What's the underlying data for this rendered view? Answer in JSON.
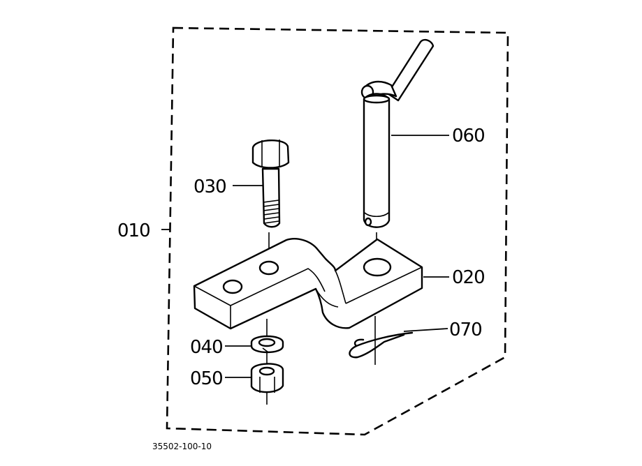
{
  "callouts": {
    "c010": "010",
    "c020": "020",
    "c030": "030",
    "c040": "040",
    "c050": "050",
    "c060": "060",
    "c070": "070"
  },
  "drawing_id": "35502-100-10"
}
